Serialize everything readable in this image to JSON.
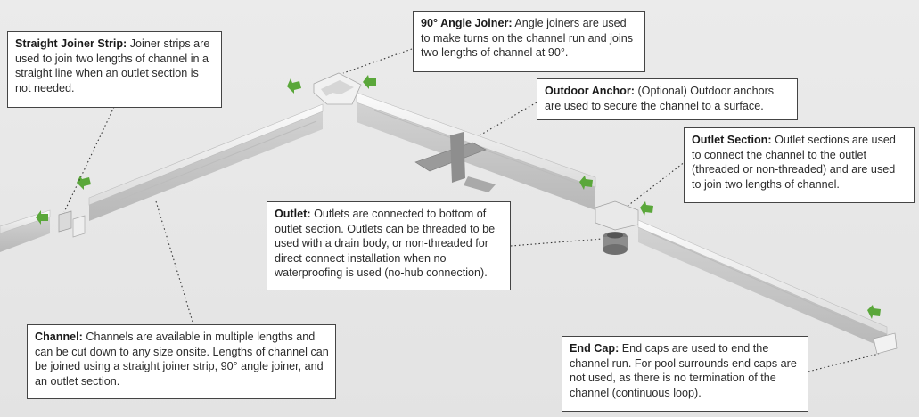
{
  "callouts": {
    "straight_joiner": {
      "title": "Straight Joiner Strip:",
      "text": "Joiner strips are used to join two lengths of channel in a straight line when an outlet section is not needed."
    },
    "angle_joiner": {
      "title": "90° Angle Joiner:",
      "text": "Angle joiners are used to make turns on the channel run and joins two lengths of channel at 90°."
    },
    "outdoor_anchor": {
      "title": "Outdoor Anchor:",
      "text": "(Optional) Outdoor anchors are used to secure the channel to a surface."
    },
    "outlet_section": {
      "title": "Outlet Section:",
      "text": "Outlet sections are used to connect the channel to the outlet (threaded or non-threaded) and are used to join two lengths of channel."
    },
    "outlet": {
      "title": "Outlet:",
      "text": "Outlets are connected to bottom of outlet section. Outlets can be threaded to be used with a drain body, or non-threaded for direct connect installation when no waterproofing is used (no-hub connection)."
    },
    "channel": {
      "title": "Channel:",
      "text": "Channels are available in multiple lengths and can be cut down to any size onsite. Lengths of channel can be joined using a straight joiner strip, 90° angle joiner, and an outlet section."
    },
    "end_cap": {
      "title": "End Cap:",
      "text": "End caps are used to end the channel run. For pool surrounds end caps are not used, as there is no termination of the channel (continuous loop)."
    }
  },
  "colors": {
    "arrow": "#5aa73a",
    "channel_light": "#f4f4f4",
    "channel_shade": "#c9c9c9",
    "leader": "#333333"
  }
}
